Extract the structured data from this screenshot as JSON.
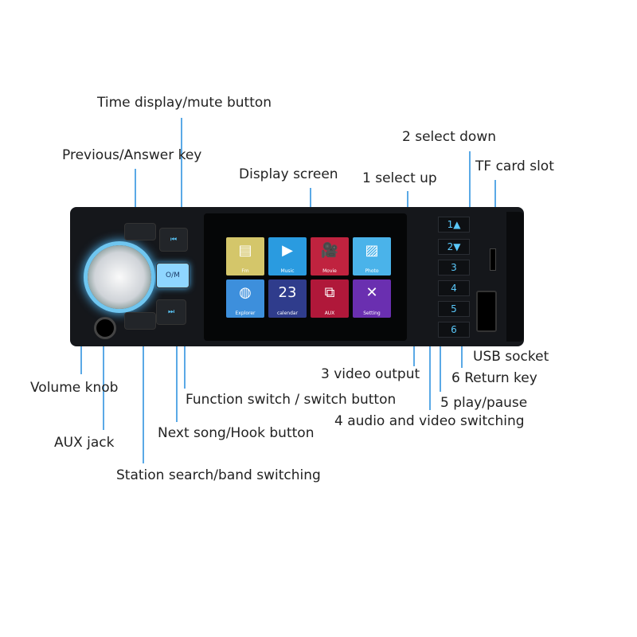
{
  "labels": {
    "time_display": "Time display/mute button",
    "previous": "Previous/Answer key",
    "display": "Display screen",
    "select_up": "1 select up",
    "select_down": "2 select down",
    "tf_slot": "TF card slot",
    "volume": "Volume knob",
    "aux": "AUX jack",
    "function_switch": "Function switch / switch button",
    "next_song": "Next song/Hook button",
    "station_search": "Station search/band switching",
    "video_output": "3 video output",
    "av_switch": "4 audio and video switching",
    "play_pause": "5 play/pause",
    "return_key": "6 Return key",
    "usb": "USB socket"
  },
  "screen_tiles": [
    {
      "label": "Fm",
      "icon": "radio-icon",
      "color": "#d4c66a",
      "glyph": "▤"
    },
    {
      "label": "Music",
      "icon": "play-icon",
      "color": "#2a9be0",
      "glyph": "▶"
    },
    {
      "label": "Movie",
      "icon": "camera-icon",
      "color": "#c0233f",
      "glyph": "🎥"
    },
    {
      "label": "Photo",
      "icon": "photo-icon",
      "color": "#4ab3ea",
      "glyph": "▨"
    },
    {
      "label": "Explorer",
      "icon": "globe-icon",
      "color": "#3d8fdc",
      "glyph": "◍"
    },
    {
      "label": "calendar",
      "icon": "calendar-icon",
      "color": "#2f3c8c",
      "glyph": "23"
    },
    {
      "label": "AUX",
      "icon": "aux-icon",
      "color": "#b0183a",
      "glyph": "⧉"
    },
    {
      "label": "Setting",
      "icon": "tools-icon",
      "color": "#6a2fb0",
      "glyph": "✕"
    }
  ],
  "buttons": {
    "mode": "O/M",
    "num1": "1▲",
    "num2": "2▼",
    "num3": "3",
    "num4": "4",
    "num5": "5",
    "num6": "6"
  }
}
